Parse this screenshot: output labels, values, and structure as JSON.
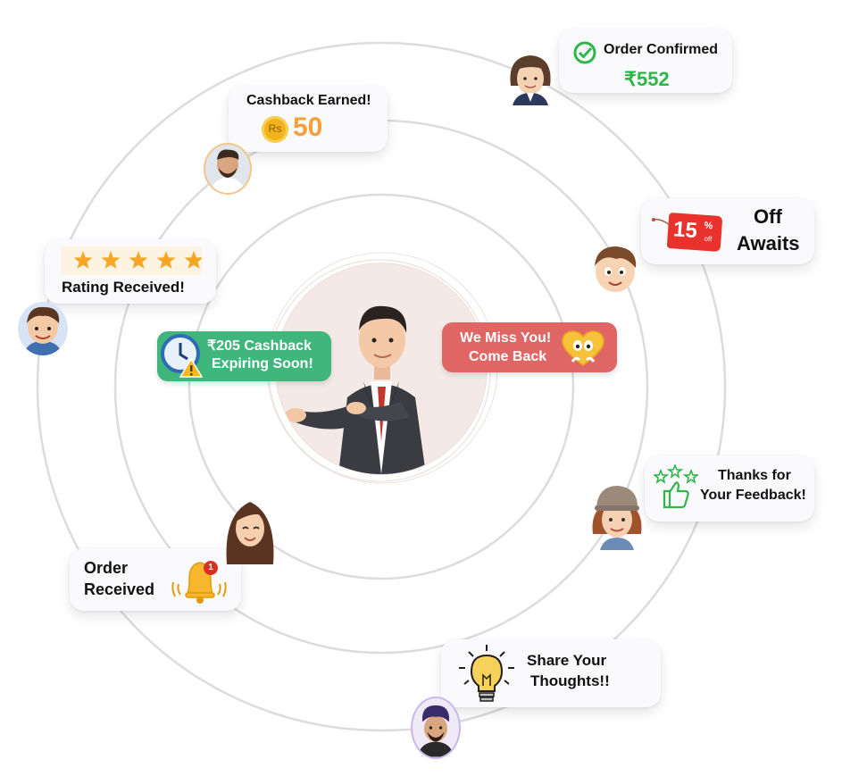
{
  "cards": {
    "order_confirmed": {
      "title": "Order Confirmed",
      "amount": "₹552"
    },
    "cashback_earned": {
      "title": "Cashback Earned!",
      "coin_label": "Rs",
      "amount": "50"
    },
    "discount": {
      "badge_number": "15",
      "badge_percent": "%",
      "badge_off": "off",
      "line1": "Off",
      "line2": "Awaits"
    },
    "rating": {
      "title": "Rating Received!",
      "stars": 5,
      "max_stars": 5
    },
    "cashback_expiring": {
      "line1": "₹205 Cashback",
      "line2": "Expiring Soon!"
    },
    "miss_you": {
      "line1": "We Miss You!",
      "line2": "Come Back"
    },
    "feedback": {
      "line1": "Thanks for",
      "line2": "Your Feedback!"
    },
    "order_received": {
      "line1": "Order",
      "line2": "Received",
      "notification_count": "1"
    },
    "share_thoughts": {
      "line1": "Share Your",
      "line2": "Thoughts!!"
    }
  },
  "colors": {
    "green_pill": "#3fb67b",
    "red_pill": "#e06666",
    "amount_green": "#2fb54a",
    "coin_gold": "#f2b21b",
    "cashback_orange": "#f5a03a",
    "badge_red": "#e8322b",
    "star": "#f6a623",
    "ring": "#dcdcdc"
  },
  "icons": {
    "order_confirmed": "check-circle-icon",
    "cashback": "coin-icon",
    "expiring": "clock-warning-icon",
    "miss_you": "heart-face-icon",
    "feedback": "thumbs-up-stars-icon",
    "order_received": "bell-icon",
    "share": "lightbulb-icon"
  }
}
